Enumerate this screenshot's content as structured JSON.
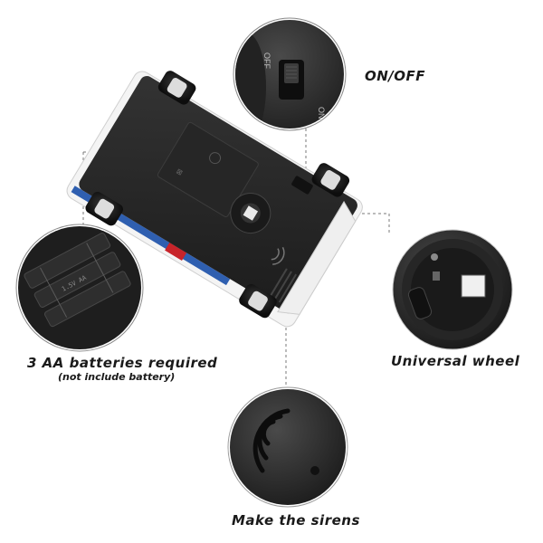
{
  "callouts": {
    "switch": {
      "title": "ON/OFF",
      "on_text": "ON",
      "off_text": "OFF"
    },
    "battery": {
      "title": "3 AA batteries required",
      "subtitle": "(not include battery)",
      "cell_text": "1.5V AA"
    },
    "wheel": {
      "title": "Universal wheel"
    },
    "siren": {
      "title": "Make the sirens"
    }
  },
  "colors": {
    "body": "#2a2a2a",
    "line": "#6b6b6b",
    "shell": "#f2f2f2",
    "accent_blue": "#2f5fb0",
    "accent_red": "#c8242a"
  }
}
